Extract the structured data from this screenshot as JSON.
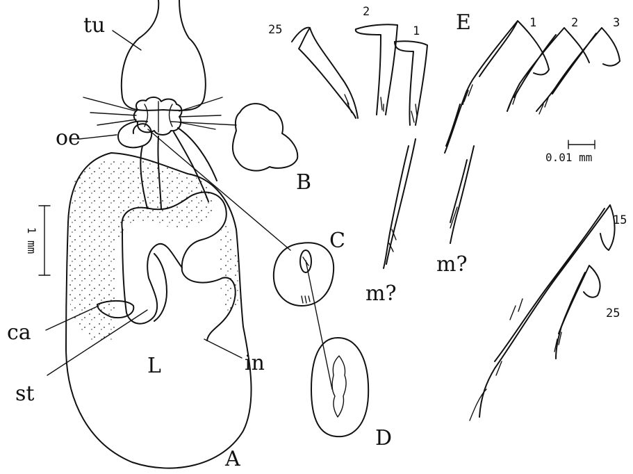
{
  "labels": {
    "tu": "tu",
    "oe": "oe",
    "ca": "ca",
    "st": "st",
    "in": "in",
    "L": "L",
    "A": "A",
    "B": "B",
    "C": "C",
    "D": "D",
    "E": "E",
    "m1": "m?",
    "m2": "m?"
  },
  "scale_bars": {
    "left": "1 mm",
    "right": "0.01 mm"
  },
  "seta_numbers": {
    "n25a": "25",
    "n2a": "2",
    "n1a": "1",
    "n1b": "1",
    "n2b": "2",
    "n3b": "3",
    "n15": "15",
    "n25b": "25"
  }
}
